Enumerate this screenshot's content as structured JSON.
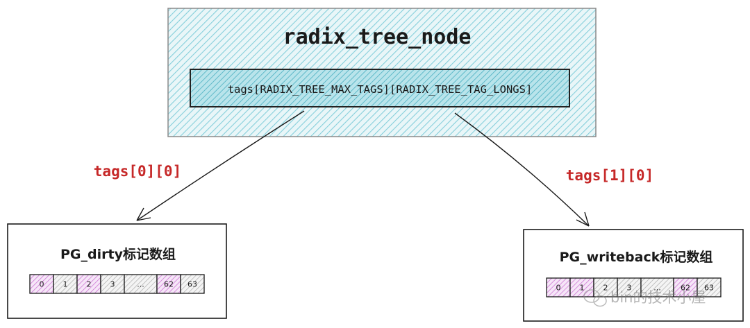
{
  "node": {
    "title": "radix_tree_node",
    "field": "tags[RADIX_TREE_MAX_TAGS][RADIX_TREE_TAG_LONGS]"
  },
  "arrows": {
    "left_label": "tags[0][0]",
    "right_label": "tags[1][0]"
  },
  "left_array": {
    "title": "PG_dirty标记数组",
    "cells": [
      "0",
      "1",
      "2",
      "3",
      "...",
      "62",
      "63"
    ],
    "marked": [
      true,
      false,
      true,
      false,
      false,
      true,
      false
    ]
  },
  "right_array": {
    "title": "PG_writeback标记数组",
    "cells": [
      "0",
      "1",
      "2",
      "3",
      "...",
      "62",
      "63"
    ],
    "marked": [
      true,
      true,
      false,
      false,
      false,
      true,
      false
    ]
  },
  "watermark": "bin的技术小屋",
  "colors": {
    "node_fill": "#a8dde6",
    "node_hatch": "#7fc9d6",
    "label_red": "#c62828",
    "mark_purple": "#d070d8",
    "plain_gray": "#9a9a9a"
  }
}
